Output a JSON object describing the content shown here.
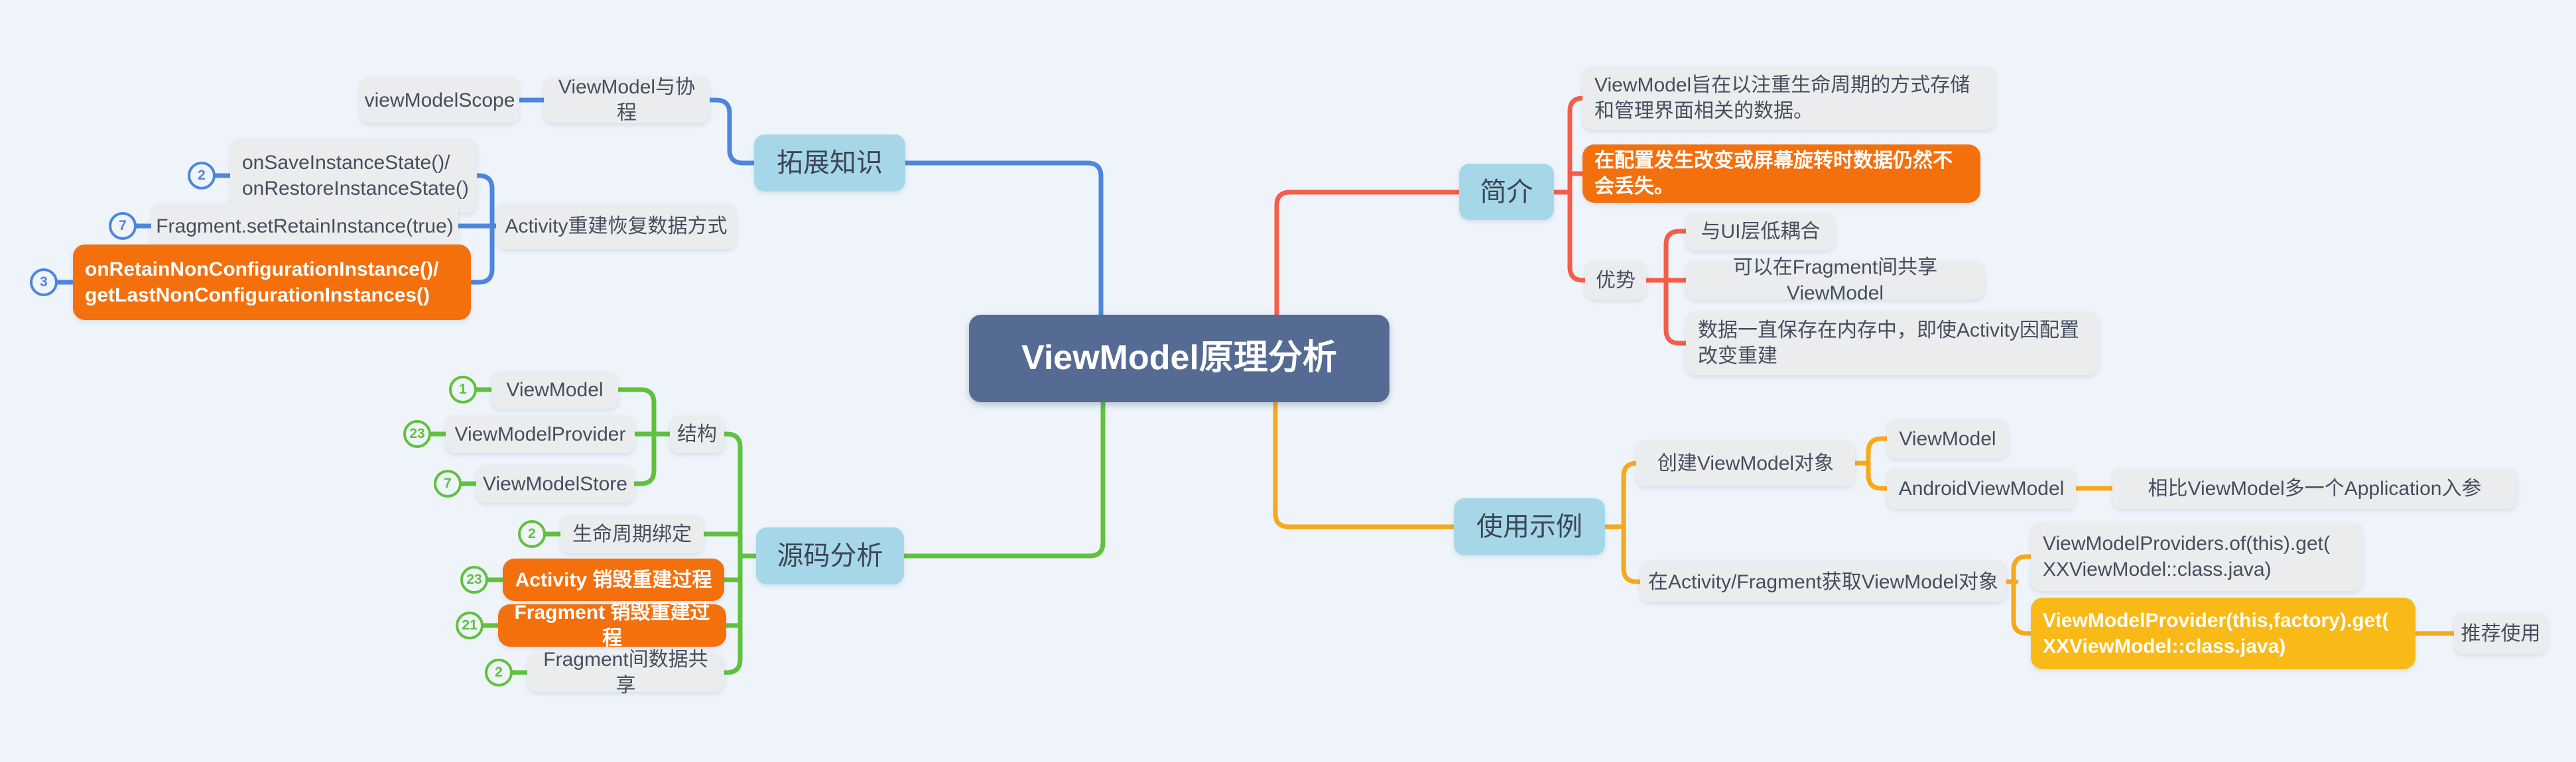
{
  "root": {
    "label": "ViewModel原理分析"
  },
  "colors": {
    "background": "#eef4fa",
    "branch_blue": "#4e86dd",
    "branch_green": "#5fc13d",
    "branch_red": "#f55c4a",
    "branch_yellow": "#f8a91b",
    "node_gray": "#ebeced",
    "node_lightblue": "#a6d7e8",
    "node_orange": "#f3700d",
    "node_gold": "#f9b916",
    "node_center": "#566b94",
    "text_dark": "#454e5e"
  },
  "expand": {
    "label": "拓展知识",
    "coroutine": {
      "label": "ViewModel与协程"
    },
    "viewmodelscope": {
      "label": "viewModelScope"
    },
    "restore_way": {
      "label": "Activity重建恢复数据方式"
    },
    "save_restore": {
      "label": "onSaveInstanceState()/\nonRestoreInstanceState()",
      "badge": "2"
    },
    "retain_instance": {
      "label": "Fragment.setRetainInstance(true)",
      "badge": "7"
    },
    "non_config": {
      "label": "onRetainNonConfigurationInstance()/\ngetLastNonConfigurationInstances()",
      "badge": "3"
    }
  },
  "source": {
    "label": "源码分析",
    "structure": {
      "label": "结构",
      "viewmodel": {
        "label": "ViewModel",
        "badge": "1"
      },
      "provider": {
        "label": "ViewModelProvider",
        "badge": "23"
      },
      "store": {
        "label": "ViewModelStore",
        "badge": "7"
      }
    },
    "lifecycle": {
      "label": "生命周期绑定",
      "badge": "2"
    },
    "activity_rebuild": {
      "label": "Activity 销毁重建过程",
      "badge": "23"
    },
    "fragment_rebuild": {
      "label": "Fragment 销毁重建过程",
      "badge": "21"
    },
    "fragment_share": {
      "label": "Fragment间数据共享",
      "badge": "2"
    }
  },
  "intro": {
    "label": "简介",
    "definition": {
      "label": "ViewModel旨在以注重生命周期的方式存储和管理界面相关的数据。"
    },
    "config_safe": {
      "label": "在配置发生改变或屏幕旋转时数据仍然不会丢失。"
    },
    "advantages": {
      "label": "优势",
      "low_coupling": {
        "label": "与UI层低耦合"
      },
      "share_vm": {
        "label": "可以在Fragment间共享ViewModel"
      },
      "memory": {
        "label": "数据一直保存在内存中，即使Activity因配置改变重建"
      }
    }
  },
  "usage": {
    "label": "使用示例",
    "create": {
      "label": "创建ViewModel对象",
      "viewmodel": {
        "label": "ViewModel"
      },
      "android_viewmodel": {
        "label": "AndroidViewModel",
        "note": "相比ViewModel多一个Application入参"
      }
    },
    "obtain": {
      "label": "在Activity/Fragment获取ViewModel对象",
      "providers_api": {
        "label": "ViewModelProviders.of(this).get(\nXXViewModel::class.java)"
      },
      "provider_api": {
        "label": "ViewModelProvider(this,factory).get(\nXXViewModel::class.java)",
        "note": "推荐使用"
      }
    }
  }
}
